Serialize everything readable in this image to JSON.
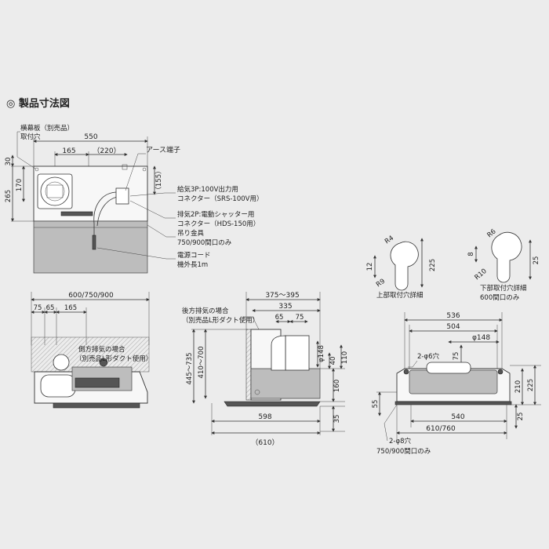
{
  "title": "◎ 製品寸法図",
  "colors": {
    "background": "#ececec",
    "line": "#333333",
    "panel": "#bdbdbd"
  },
  "top_view": {
    "labels": {
      "yokomakuita": "横幕板（別売品）",
      "toritsuke": "取付穴",
      "earth": "アース端子",
      "kyuki1": "給気3P:100V出力用",
      "kyuki2": "コネクター（SRS-100V用）",
      "haiki1": "排気2P:電動シャッター用",
      "haiki2": "コネクター（HDS-150用）",
      "tsuri": "吊り金具",
      "tsuri_note": "750/900間口のみ",
      "cord": "電源コード",
      "cord_len": "機外長1m"
    },
    "dims": {
      "d550": "550",
      "d165": "165",
      "d220": "（220）",
      "d155": "（155）",
      "d30": "30",
      "d170": "170",
      "d265": "265"
    }
  },
  "front_view": {
    "dims": {
      "width": "600/750/900",
      "d75": "75",
      "d65": "65",
      "d165": "165"
    },
    "labels": {
      "side1": "側方排気の場合",
      "side2": "（別売品L形ダクト使用）"
    }
  },
  "side_view": {
    "labels": {
      "rear1": "後方排気の場合",
      "rear2": "（別売品L形ダクト使用）"
    },
    "dims": {
      "d375": "375～395",
      "d335": "335",
      "d65": "65",
      "d75": "75",
      "d445": "445～735",
      "d410": "410～700",
      "phi148": "φ148",
      "d40": "40",
      "d110": "110",
      "d160": "160",
      "d35": "35",
      "d598": "598",
      "d610": "（610）"
    }
  },
  "hole_details": {
    "upper": {
      "r4": "R4",
      "r9": "R9",
      "d12": "12",
      "d225": "225",
      "caption": "上部取付穴詳細"
    },
    "lower": {
      "r6": "R6",
      "r10": "R10",
      "d8": "8",
      "d25": "25",
      "caption1": "下部取付穴詳細",
      "caption2": "600間口のみ"
    }
  },
  "bottom_view": {
    "dims": {
      "d536": "536",
      "d504": "504",
      "phi148": "φ148",
      "phi6": "2-φ6穴",
      "d75": "75",
      "d55": "55",
      "d210": "210",
      "d225": "225",
      "d540": "540",
      "d610": "610/760",
      "d25": "25",
      "phi8": "2-φ8穴",
      "note": "750/900間口のみ"
    }
  }
}
